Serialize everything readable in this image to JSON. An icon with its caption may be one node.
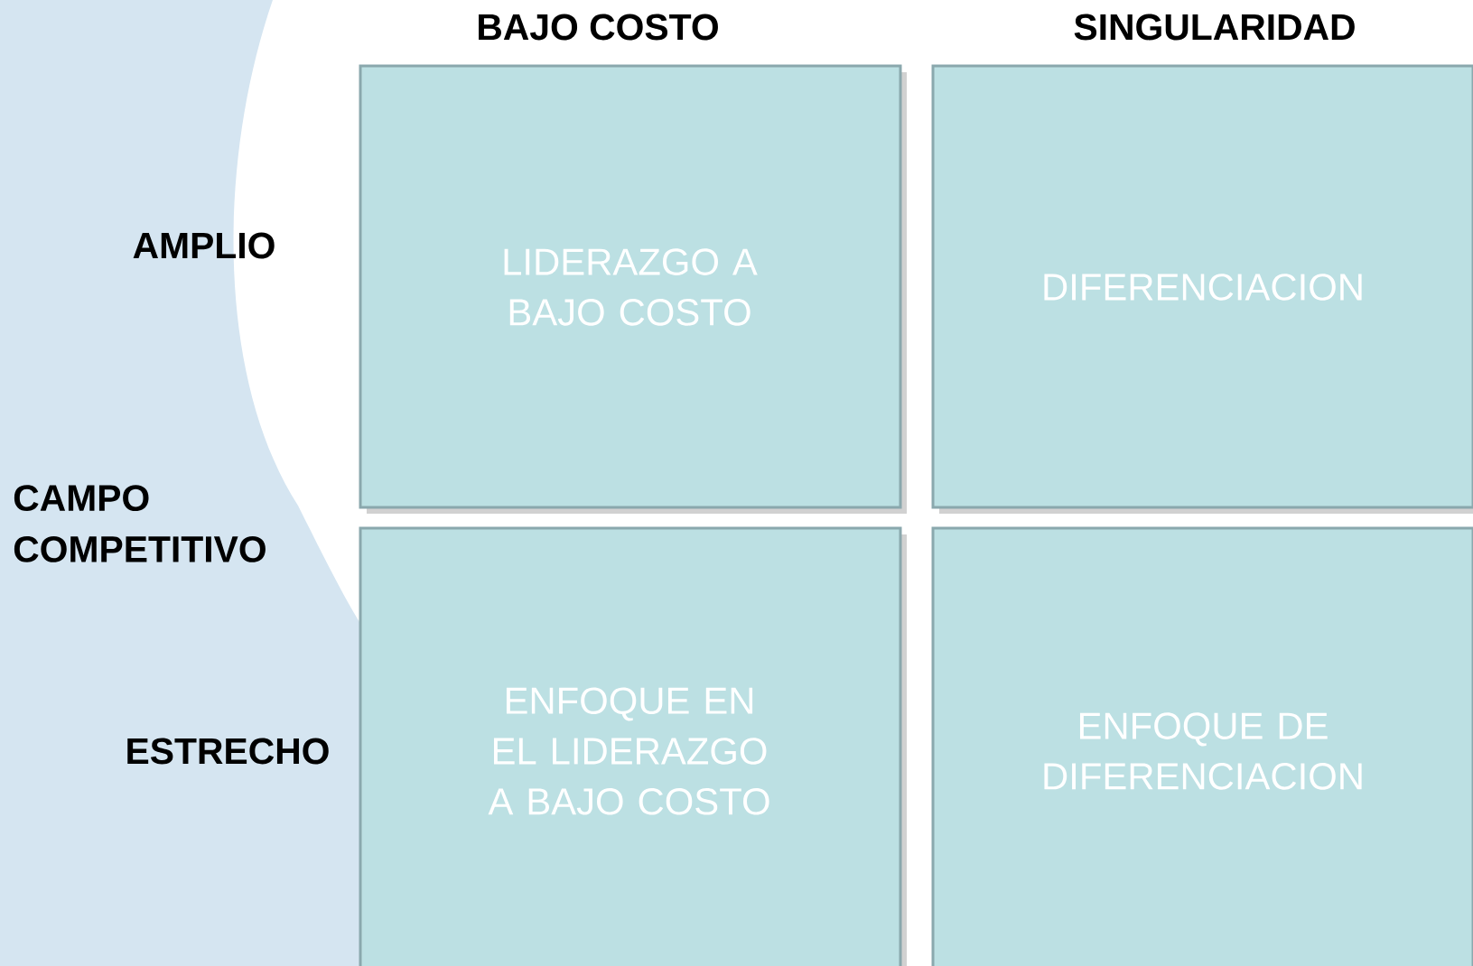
{
  "diagram": {
    "nodes": [
      {
        "text": [
          "LIDERAZGO A BAJO COSTO"
        ]
      },
      {
        "text": [
          "DIFERENCIACION"
        ]
      },
      {
        "text": [
          "ENFOQUE EN EL LIDERAZGO A BAJO COSTO"
        ]
      },
      {
        "text": [
          "ENFOQUE DE DIFERENCIACION"
        ]
      }
    ],
    "labels": [
      "BAJO COSTO",
      "SINGULARIDAD",
      "AMPLIO",
      "CAMPO COMPETITIVO",
      "ESTRECHO"
    ]
  }
}
